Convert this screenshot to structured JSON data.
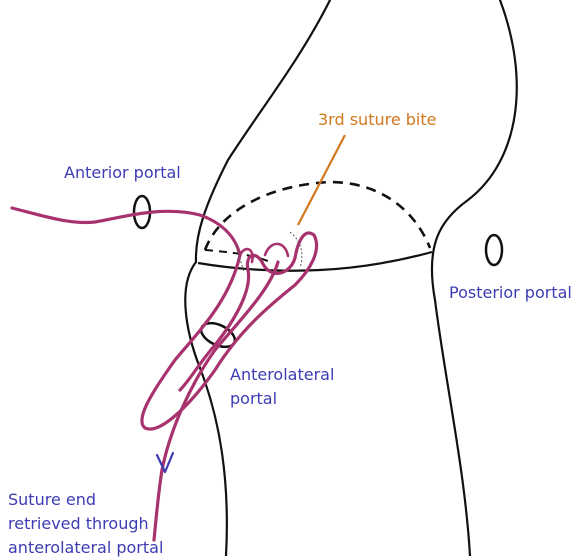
{
  "labels": {
    "suture_bite": "3rd suture bite",
    "anterior_portal": "Anterior portal",
    "posterior_portal": "Posterior portal",
    "anterolateral_portal": [
      "Anterolateral",
      "portal"
    ],
    "suture_end": [
      "Suture end",
      "retrieved through",
      "anterolateral portal"
    ]
  },
  "colors": {
    "outline": "#111111",
    "suture": "#a8326e",
    "leader": "#d2781e",
    "text_blue": "#3c3cb4",
    "text_orange": "#d2781e",
    "arrow": "#3c3cb4"
  }
}
